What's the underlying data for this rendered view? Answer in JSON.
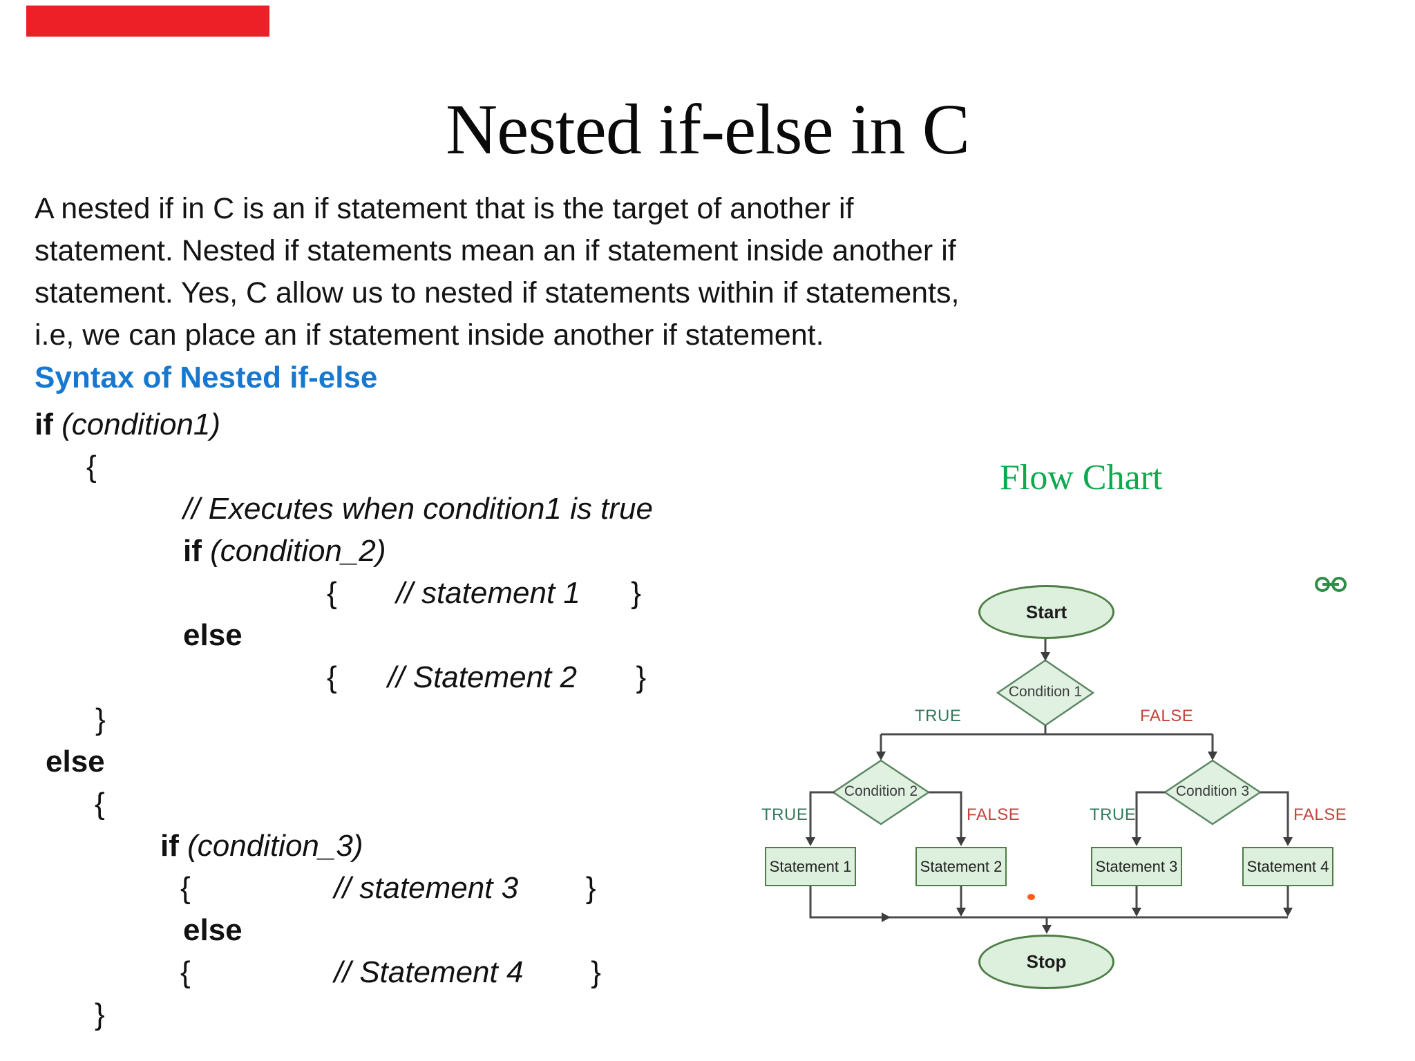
{
  "slide": {
    "title": "Nested if-else in C"
  },
  "paragraph": {
    "lines": [
      "A nested if in C is an if statement that is the target of another if",
      "statement. Nested if statements mean an if statement inside another if",
      "statement. Yes, C allow us to nested if statements within if statements,",
      "i.e, we can place an if statement inside another if statement."
    ]
  },
  "syntax_heading": "Syntax of Nested if-else",
  "code": {
    "lines": [
      [
        {
          "t": "if ",
          "s": "b"
        },
        {
          "t": "(condition1)",
          "s": "i"
        }
      ],
      [
        {
          "t": "{",
          "s": "p"
        }
      ],
      [
        {
          "t": "// Executes when condition1 is true",
          "s": "i"
        }
      ],
      [
        {
          "t": "if ",
          "s": "b"
        },
        {
          "t": "(condition_2)",
          "s": "i"
        }
      ],
      [
        {
          "t": "{       ",
          "s": "p"
        },
        {
          "t": "// statement 1",
          "s": "i"
        },
        {
          "t": "      }",
          "s": "p"
        }
      ],
      [
        {
          "t": "else",
          "s": "b"
        }
      ],
      [
        {
          "t": "{      ",
          "s": "p"
        },
        {
          "t": "// Statement 2",
          "s": "i"
        },
        {
          "t": "       }",
          "s": "p"
        }
      ],
      [
        {
          "t": "}",
          "s": "p"
        }
      ],
      [
        {
          "t": "else",
          "s": "b"
        }
      ],
      [
        {
          "t": "{",
          "s": "p"
        }
      ],
      [
        {
          "t": "if ",
          "s": "b"
        },
        {
          "t": "(condition_3)",
          "s": "i"
        }
      ],
      [
        {
          "t": "{                 ",
          "s": "p"
        },
        {
          "t": "// statement 3",
          "s": "i"
        },
        {
          "t": "        }",
          "s": "p"
        }
      ],
      [
        {
          "t": "else",
          "s": "b"
        }
      ],
      [
        {
          "t": "{                 ",
          "s": "p"
        },
        {
          "t": "// Statement 4",
          "s": "i"
        },
        {
          "t": "        }",
          "s": "p"
        }
      ],
      [
        {
          "t": "}",
          "s": "p"
        }
      ]
    ]
  },
  "flowchart": {
    "heading": "Flow Chart",
    "nodes": {
      "start": "Start",
      "condition1": "Condition 1",
      "condition2": "Condition 2",
      "condition3": "Condition 3",
      "statement1": "Statement 1",
      "statement2": "Statement 2",
      "statement3": "Statement 3",
      "statement4": "Statement 4",
      "stop": "Stop"
    },
    "labels": {
      "true": "TRUE",
      "false": "FALSE"
    },
    "logo_icon": "geeksforgeeks-logo"
  },
  "colors": {
    "red_bar": "#ec2026",
    "syntax_heading_blue": "#1878cf",
    "flow_heading_green": "#0ca94e",
    "node_fill": "#ddefdd",
    "node_border": "#4e7d46",
    "true_green": "#34795a",
    "false_red": "#c2443c",
    "connector_gray": "#4a4a4a",
    "logo_green": "#2f8d46",
    "dot_orange": "#ff5a17"
  }
}
